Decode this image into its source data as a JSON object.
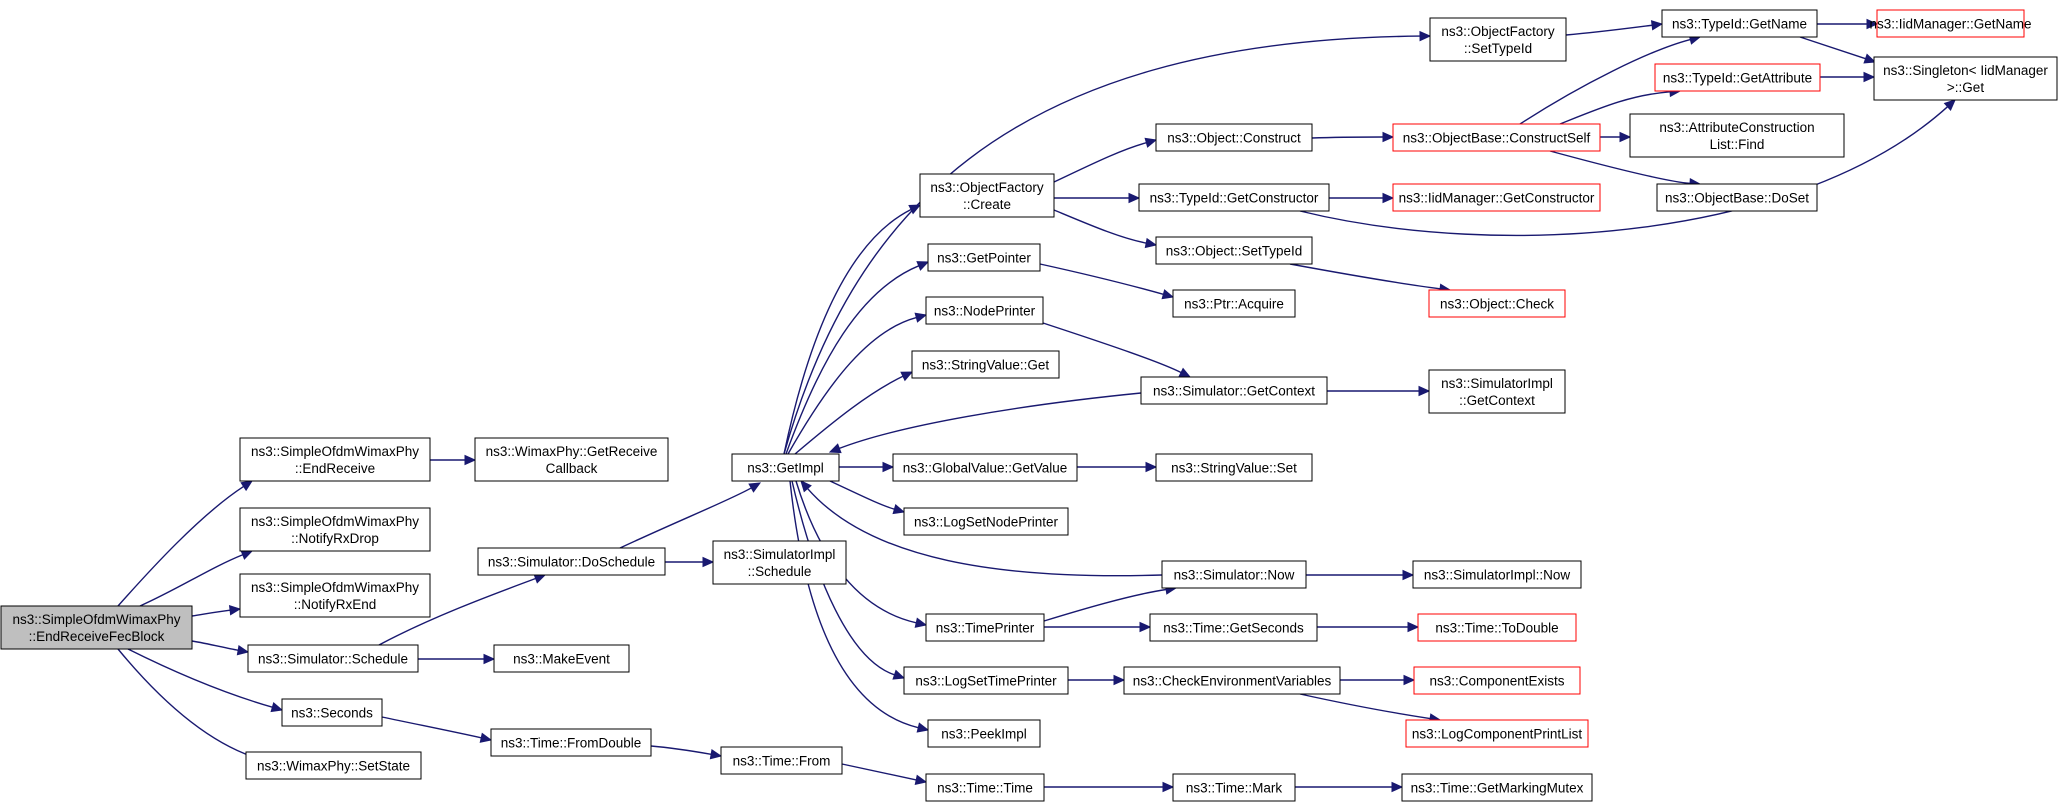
{
  "graph": {
    "colors": {
      "edge": "#191970",
      "root_fill": "#bfbfbf",
      "normal_border": "#000000",
      "truncated_border": "#ff0000"
    },
    "nodes": [
      {
        "id": "root",
        "lines": [
          "ns3::SimpleOfdmWimaxPhy",
          "::EndReceiveFecBlock"
        ],
        "style": "root"
      },
      {
        "id": "endrecv",
        "lines": [
          "ns3::SimpleOfdmWimaxPhy",
          "::EndReceive"
        ],
        "style": "normal"
      },
      {
        "id": "notifydrop",
        "lines": [
          "ns3::SimpleOfdmWimaxPhy",
          "::NotifyRxDrop"
        ],
        "style": "normal"
      },
      {
        "id": "notifyend",
        "lines": [
          "ns3::SimpleOfdmWimaxPhy",
          "::NotifyRxEnd"
        ],
        "style": "normal"
      },
      {
        "id": "simsched",
        "lines": [
          "ns3::Simulator::Schedule"
        ],
        "style": "normal"
      },
      {
        "id": "seconds",
        "lines": [
          "ns3::Seconds"
        ],
        "style": "normal"
      },
      {
        "id": "setstate",
        "lines": [
          "ns3::WimaxPhy::SetState"
        ],
        "style": "normal"
      },
      {
        "id": "getrecvcb",
        "lines": [
          "ns3::WimaxPhy::GetReceive",
          "Callback"
        ],
        "style": "normal"
      },
      {
        "id": "makeevent",
        "lines": [
          "ns3::MakeEvent"
        ],
        "style": "normal"
      },
      {
        "id": "doschedule",
        "lines": [
          "ns3::Simulator::DoSchedule"
        ],
        "style": "normal"
      },
      {
        "id": "fromdouble",
        "lines": [
          "ns3::Time::FromDouble"
        ],
        "style": "normal"
      },
      {
        "id": "implsched",
        "lines": [
          "ns3::SimulatorImpl",
          "::Schedule"
        ],
        "style": "normal"
      },
      {
        "id": "getimpl",
        "lines": [
          "ns3::GetImpl"
        ],
        "style": "normal"
      },
      {
        "id": "timefrom",
        "lines": [
          "ns3::Time::From"
        ],
        "style": "normal"
      },
      {
        "id": "ofcreate",
        "lines": [
          "ns3::ObjectFactory",
          "::Create"
        ],
        "style": "normal"
      },
      {
        "id": "getpointer",
        "lines": [
          "ns3::GetPointer"
        ],
        "style": "normal"
      },
      {
        "id": "nodeprinter",
        "lines": [
          "ns3::NodePrinter"
        ],
        "style": "normal"
      },
      {
        "id": "strvalget",
        "lines": [
          "ns3::StringValue::Get"
        ],
        "style": "normal"
      },
      {
        "id": "gvgetvalue",
        "lines": [
          "ns3::GlobalValue::GetValue"
        ],
        "style": "normal"
      },
      {
        "id": "logsetnode",
        "lines": [
          "ns3::LogSetNodePrinter"
        ],
        "style": "normal"
      },
      {
        "id": "timeprinter",
        "lines": [
          "ns3::TimePrinter"
        ],
        "style": "normal"
      },
      {
        "id": "logsettime",
        "lines": [
          "ns3::LogSetTimePrinter"
        ],
        "style": "normal"
      },
      {
        "id": "peekimpl",
        "lines": [
          "ns3::PeekImpl"
        ],
        "style": "normal"
      },
      {
        "id": "timetime",
        "lines": [
          "ns3::Time::Time"
        ],
        "style": "normal"
      },
      {
        "id": "ofsettypeid",
        "lines": [
          "ns3::ObjectFactory",
          "::SetTypeId"
        ],
        "style": "normal"
      },
      {
        "id": "objconstruct",
        "lines": [
          "ns3::Object::Construct"
        ],
        "style": "normal"
      },
      {
        "id": "tidgetctor",
        "lines": [
          "ns3::TypeId::GetConstructor"
        ],
        "style": "normal"
      },
      {
        "id": "objsettypeid",
        "lines": [
          "ns3::Object::SetTypeId"
        ],
        "style": "normal"
      },
      {
        "id": "ptracquire",
        "lines": [
          "ns3::Ptr::Acquire"
        ],
        "style": "normal"
      },
      {
        "id": "simgetctx",
        "lines": [
          "ns3::Simulator::GetContext"
        ],
        "style": "normal"
      },
      {
        "id": "strvalset",
        "lines": [
          "ns3::StringValue::Set"
        ],
        "style": "normal"
      },
      {
        "id": "simnow",
        "lines": [
          "ns3::Simulator::Now"
        ],
        "style": "normal"
      },
      {
        "id": "getseconds",
        "lines": [
          "ns3::Time::GetSeconds"
        ],
        "style": "normal"
      },
      {
        "id": "checkenv",
        "lines": [
          "ns3::CheckEnvironmentVariables"
        ],
        "style": "normal"
      },
      {
        "id": "timemark",
        "lines": [
          "ns3::Time::Mark"
        ],
        "style": "normal"
      },
      {
        "id": "tidgetname",
        "lines": [
          "ns3::TypeId::GetName"
        ],
        "style": "normal"
      },
      {
        "id": "obconstructself",
        "lines": [
          "ns3::ObjectBase::ConstructSelf"
        ],
        "style": "truncated"
      },
      {
        "id": "iidgetctor",
        "lines": [
          "ns3::IidManager::GetConstructor"
        ],
        "style": "truncated"
      },
      {
        "id": "objcheck",
        "lines": [
          "ns3::Object::Check"
        ],
        "style": "truncated"
      },
      {
        "id": "implgetctx",
        "lines": [
          "ns3::SimulatorImpl",
          "::GetContext"
        ],
        "style": "normal"
      },
      {
        "id": "implnow",
        "lines": [
          "ns3::SimulatorImpl::Now"
        ],
        "style": "normal"
      },
      {
        "id": "todouble",
        "lines": [
          "ns3::Time::ToDouble"
        ],
        "style": "truncated"
      },
      {
        "id": "compexists",
        "lines": [
          "ns3::ComponentExists"
        ],
        "style": "truncated"
      },
      {
        "id": "logcompprint",
        "lines": [
          "ns3::LogComponentPrintList"
        ],
        "style": "truncated"
      },
      {
        "id": "getmarkmutex",
        "lines": [
          "ns3::Time::GetMarkingMutex"
        ],
        "style": "normal"
      },
      {
        "id": "iidgetname",
        "lines": [
          "ns3::IidManager::GetName"
        ],
        "style": "truncated"
      },
      {
        "id": "singletonget",
        "lines": [
          "ns3::Singleton< IidManager",
          ">::Get"
        ],
        "style": "normal"
      },
      {
        "id": "tidgetattr",
        "lines": [
          "ns3::TypeId::GetAttribute"
        ],
        "style": "truncated"
      },
      {
        "id": "attrconstfind",
        "lines": [
          "ns3::AttributeConstruction",
          "List::Find"
        ],
        "style": "normal"
      },
      {
        "id": "obdoset",
        "lines": [
          "ns3::ObjectBase::DoSet"
        ],
        "style": "normal"
      }
    ],
    "edges": [
      {
        "from": "root",
        "to": "endrecv"
      },
      {
        "from": "root",
        "to": "notifydrop"
      },
      {
        "from": "root",
        "to": "notifyend"
      },
      {
        "from": "root",
        "to": "simsched"
      },
      {
        "from": "root",
        "to": "seconds"
      },
      {
        "from": "root",
        "to": "setstate"
      },
      {
        "from": "endrecv",
        "to": "getrecvcb"
      },
      {
        "from": "simsched",
        "to": "makeevent"
      },
      {
        "from": "simsched",
        "to": "doschedule"
      },
      {
        "from": "seconds",
        "to": "fromdouble"
      },
      {
        "from": "doschedule",
        "to": "implsched"
      },
      {
        "from": "doschedule",
        "to": "getimpl"
      },
      {
        "from": "fromdouble",
        "to": "timefrom"
      },
      {
        "from": "timefrom",
        "to": "timetime"
      },
      {
        "from": "getimpl",
        "to": "ofsettypeid"
      },
      {
        "from": "getimpl",
        "to": "ofcreate"
      },
      {
        "from": "getimpl",
        "to": "getpointer"
      },
      {
        "from": "getimpl",
        "to": "nodeprinter"
      },
      {
        "from": "getimpl",
        "to": "strvalget"
      },
      {
        "from": "getimpl",
        "to": "gvgetvalue"
      },
      {
        "from": "getimpl",
        "to": "logsetnode"
      },
      {
        "from": "getimpl",
        "to": "timeprinter"
      },
      {
        "from": "getimpl",
        "to": "logsettime"
      },
      {
        "from": "getimpl",
        "to": "peekimpl"
      },
      {
        "from": "simgetctx",
        "to": "getimpl"
      },
      {
        "from": "simnow",
        "to": "getimpl"
      },
      {
        "from": "ofcreate",
        "to": "objconstruct"
      },
      {
        "from": "ofcreate",
        "to": "tidgetctor"
      },
      {
        "from": "ofcreate",
        "to": "objsettypeid"
      },
      {
        "from": "getpointer",
        "to": "ptracquire"
      },
      {
        "from": "nodeprinter",
        "to": "simgetctx"
      },
      {
        "from": "gvgetvalue",
        "to": "strvalset"
      },
      {
        "from": "timeprinter",
        "to": "simnow"
      },
      {
        "from": "timeprinter",
        "to": "getseconds"
      },
      {
        "from": "logsettime",
        "to": "checkenv"
      },
      {
        "from": "timetime",
        "to": "timemark"
      },
      {
        "from": "ofsettypeid",
        "to": "tidgetname"
      },
      {
        "from": "objconstruct",
        "to": "obconstructself"
      },
      {
        "from": "tidgetctor",
        "to": "iidgetctor"
      },
      {
        "from": "tidgetctor",
        "to": "singletonget"
      },
      {
        "from": "objsettypeid",
        "to": "objcheck"
      },
      {
        "from": "simgetctx",
        "to": "implgetctx"
      },
      {
        "from": "simnow",
        "to": "implnow"
      },
      {
        "from": "getseconds",
        "to": "todouble"
      },
      {
        "from": "checkenv",
        "to": "compexists"
      },
      {
        "from": "checkenv",
        "to": "logcompprint"
      },
      {
        "from": "timemark",
        "to": "getmarkmutex"
      },
      {
        "from": "tidgetname",
        "to": "iidgetname"
      },
      {
        "from": "tidgetname",
        "to": "singletonget"
      },
      {
        "from": "obconstructself",
        "to": "tidgetname"
      },
      {
        "from": "obconstructself",
        "to": "tidgetattr"
      },
      {
        "from": "obconstructself",
        "to": "attrconstfind"
      },
      {
        "from": "obconstructself",
        "to": "obdoset"
      },
      {
        "from": "tidgetattr",
        "to": "singletonget"
      }
    ]
  }
}
